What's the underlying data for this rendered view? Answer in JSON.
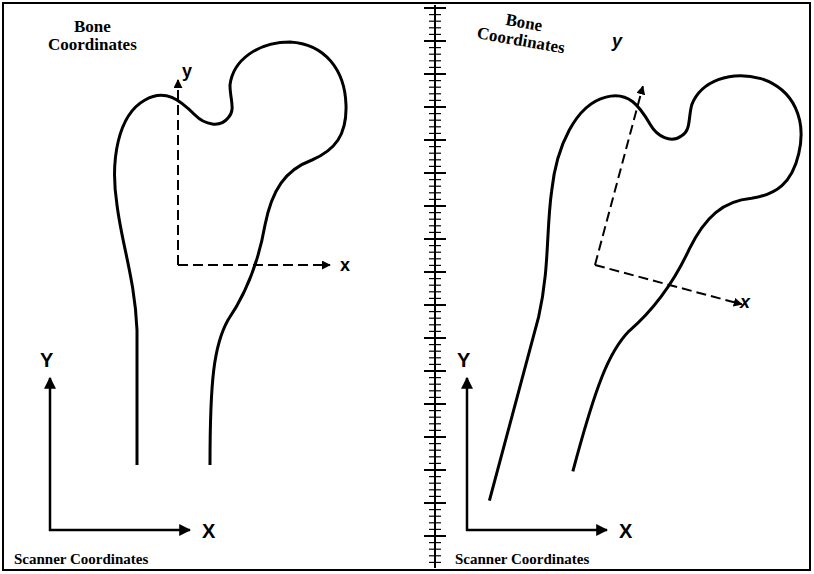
{
  "diagram": {
    "labels": [
      "Bone Coordinates",
      "y",
      "x",
      "Y",
      "X",
      "Scanner Coordinates",
      "Bone Coordinates",
      "y",
      "x",
      "Y",
      "X",
      "Scanner Coordinates"
    ]
  }
}
